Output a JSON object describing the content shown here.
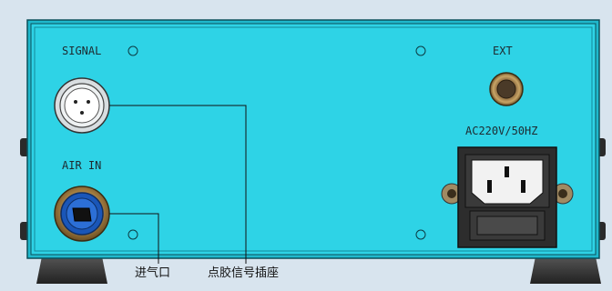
{
  "panel": {
    "signal_label": "SIGNAL",
    "air_in_label": "AIR IN",
    "ext_label": "EXT",
    "power_label": "AC220V/50HZ"
  },
  "callouts": {
    "air_inlet": "进气口",
    "signal_socket": "点胶信号插座"
  },
  "colors": {
    "panel_face": "#2ed3e6",
    "panel_edge": "#0c4f5a",
    "background": "#d8e4ee",
    "feet": "#333333"
  }
}
